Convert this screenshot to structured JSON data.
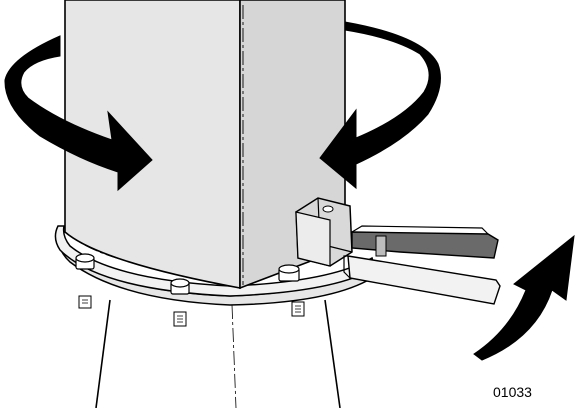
{
  "figure": {
    "number": "01033",
    "colors": {
      "background": "#ffffff",
      "stroke": "#000000",
      "column_fill": "#e6e6e6",
      "arrow_fill": "#000000",
      "lever_dark": "#6a6a6a",
      "bracket_fill": "#d9d9d9"
    },
    "parts": [
      "rotation-arrow-left",
      "rotation-arrow-right",
      "curved-lift-arrow",
      "column-body",
      "base-flange",
      "flange-bolts",
      "lower-pole",
      "bracket",
      "lever-handles"
    ]
  }
}
